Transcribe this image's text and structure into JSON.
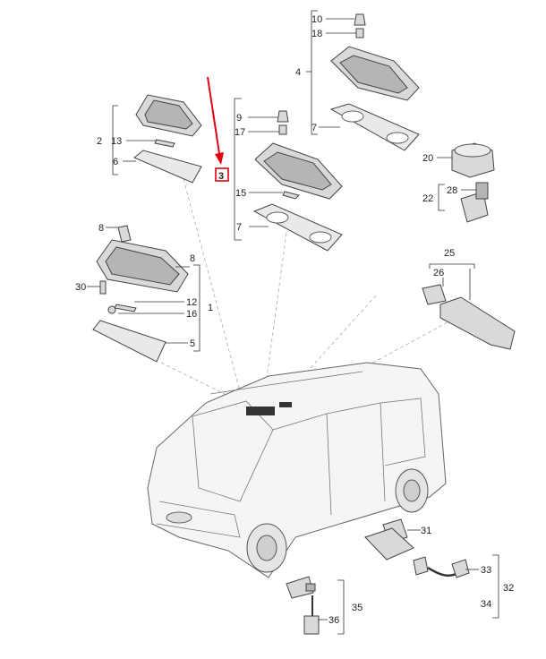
{
  "callouts": {
    "c10": "10",
    "c18": "18",
    "c4": "4",
    "c7a": "7",
    "c9": "9",
    "c17": "17",
    "c3": "3",
    "c15": "15",
    "c7b": "7",
    "c2": "2",
    "c13": "13",
    "c6": "6",
    "c20": "20",
    "c22": "22",
    "c28": "28",
    "c25": "25",
    "c26": "26",
    "c8a": "8",
    "c8b": "8",
    "c30": "30",
    "c12": "12",
    "c16": "16",
    "c1": "1",
    "c5": "5",
    "c31": "31",
    "c33": "33",
    "c32": "32",
    "c34": "34",
    "c35": "35",
    "c36": "36"
  },
  "colors": {
    "highlight": "#e0000f",
    "arrow": "#e0000f",
    "dash": "#9fb0c2"
  },
  "highlighted_callout": "3"
}
